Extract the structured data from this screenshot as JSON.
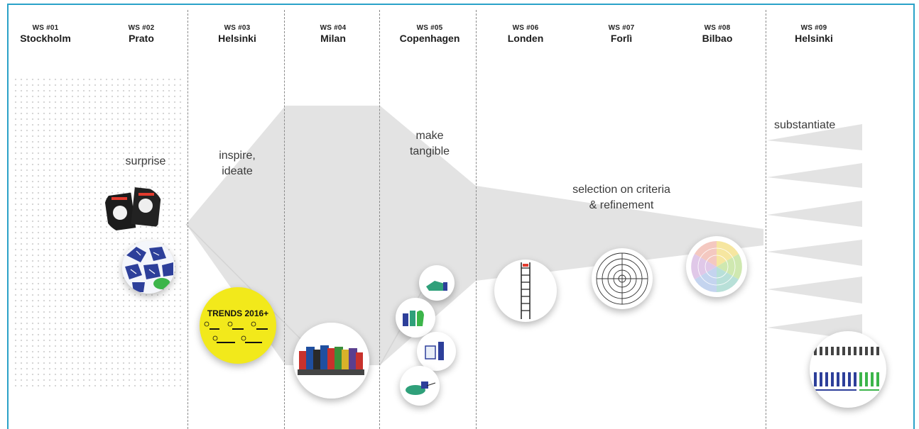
{
  "workshops": [
    {
      "num": "WS #01",
      "city": "Stockholm"
    },
    {
      "num": "WS #02",
      "city": "Prato"
    },
    {
      "num": "WS #03",
      "city": "Helsinki"
    },
    {
      "num": "WS #04",
      "city": "Milan"
    },
    {
      "num": "WS #05",
      "city": "Copenhagen"
    },
    {
      "num": "WS #06",
      "city": "Londen"
    },
    {
      "num": "WS #07",
      "city": "Forlì"
    },
    {
      "num": "WS #08",
      "city": "Bilbao"
    },
    {
      "num": "WS #09",
      "city": "Helsinki"
    }
  ],
  "phases": {
    "surprise": "surprise",
    "inspire": "inspire,\nideate",
    "tangible": "make\ntangible",
    "selection": "selection on criteria\n& refinement",
    "substantiate": "substantiate"
  },
  "trends_title": "TRENDS 2016+",
  "colors": {
    "frame": "#2aa2c8",
    "funnel": "#e3e3e3",
    "trends_yellow": "#f2e91b",
    "pattern_blue": "#2d3f9a",
    "accent_green": "#3cb54a"
  }
}
